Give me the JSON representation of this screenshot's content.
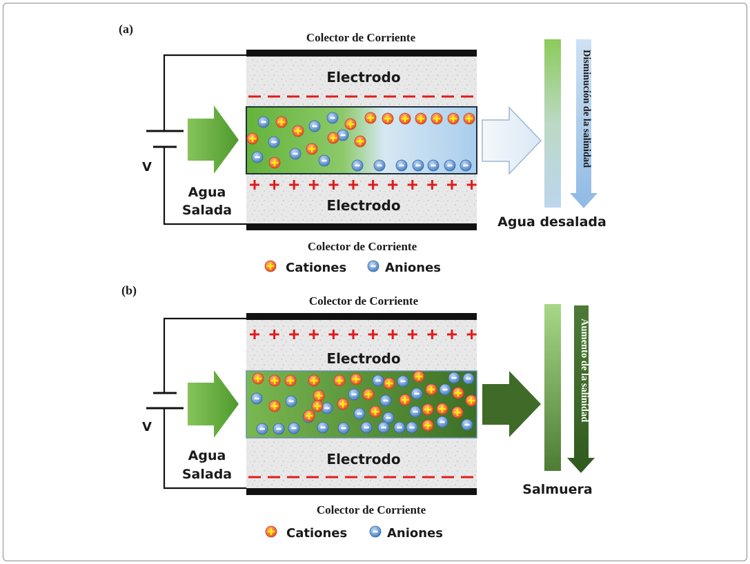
{
  "panel_a": {
    "label": "(a)",
    "collector_top": "Colector de Corriente",
    "collector_bottom": "Colector de Corriente",
    "electrode_top": "Electrodo",
    "electrode_bottom": "Electrodo",
    "voltage": "V",
    "inlet_line1": "Agua",
    "inlet_line2": "Salada",
    "outlet": "Agua desalada",
    "trend": "Disminución de la salinidad",
    "legend_cations": "Cationes",
    "legend_anions": "Aniones"
  },
  "panel_b": {
    "label": "(b)",
    "collector_top": "Colector de Corriente",
    "collector_bottom": "Colector de Corriente",
    "electrode_top": "Electrodo",
    "electrode_bottom": "Electrodo",
    "voltage": "V",
    "inlet_line1": "Agua",
    "inlet_line2": "Salada",
    "outlet": "Salmuera",
    "trend": "Aumento de la salinidad",
    "legend_cations": "Cationes",
    "legend_anions": "Aniones"
  },
  "colors": {
    "cation": "#f0592a",
    "anion": "#5b8fd0",
    "inlet_arrow": "#6aaa3c",
    "brine_arrow": "#3f6a28",
    "electrode_bg": "#e6e6e6",
    "collector": "#111111",
    "charge_marks": "#e01b1b"
  },
  "icons": {
    "cation": "plus-circle-icon",
    "anion": "minus-circle-icon"
  }
}
